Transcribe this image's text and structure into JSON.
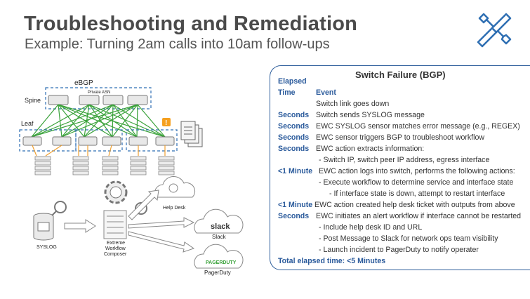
{
  "header": {
    "title": "Troubleshooting and Remediation",
    "subtitle": "Example: Turning 2am calls into 10am follow-ups"
  },
  "diagram": {
    "ebgp_label": "eBGP",
    "private_asn_label": "Private ASN",
    "spine_label": "Spine",
    "leaf_label": "Leaf",
    "alert_glyph": "!",
    "syslog_label": "SYSLOG",
    "ewc_label_line1": "Extreme",
    "ewc_label_line2": "Workflow",
    "ewc_label_line3": "Composer",
    "helpdesk_label": "Help Desk",
    "slack_logo_text": "slack",
    "slack_label": "Slack",
    "pagerduty_logo_text": "PAGERDUTY",
    "pagerduty_label": "PagerDuty",
    "colors": {
      "blue_dash": "#2f6fb3",
      "green": "#3aa23a",
      "orange": "#f0a030",
      "alert": "#f5a020"
    }
  },
  "panel": {
    "title": "Switch Failure (BGP)",
    "col_elapsed": "Elapsed",
    "col_time": "Time",
    "col_event": "Event",
    "rows": [
      {
        "time": "",
        "event": "Switch link goes down"
      },
      {
        "time": "Seconds",
        "event": "Switch sends SYSLOG message"
      },
      {
        "time": "Seconds",
        "event": "EWC SYSLOG sensor matches error message (e.g., REGEX)"
      },
      {
        "time": "Seconds",
        "event": "EWC sensor triggers BGP to troubleshoot workflow"
      },
      {
        "time": "Seconds",
        "event": "EWC action extracts information:"
      },
      {
        "time": "",
        "event": "- Switch IP, switch peer IP address, egress interface"
      },
      {
        "time": "<1 Minute",
        "event": "EWC action logs into switch, performs the following actions:"
      },
      {
        "time": "",
        "event": "- Execute workflow to determine service and interface state"
      },
      {
        "time": "",
        "event": "- If interface state is down, attempt to restart interface"
      },
      {
        "time": "<1 Minute",
        "event": "EWC action created help desk ticket with outputs from above"
      },
      {
        "time": "Seconds",
        "event": "EWC initiates an alert workflow if interface cannot be restarted"
      },
      {
        "time": "",
        "event": "- Include help desk ID and URL"
      },
      {
        "time": "",
        "event": "- Post Message to Slack for network ops team visibility"
      },
      {
        "time": "",
        "event": "- Launch incident to PagerDuty to notify operater"
      }
    ],
    "total": "Total elapsed time: <5 Minutes"
  }
}
